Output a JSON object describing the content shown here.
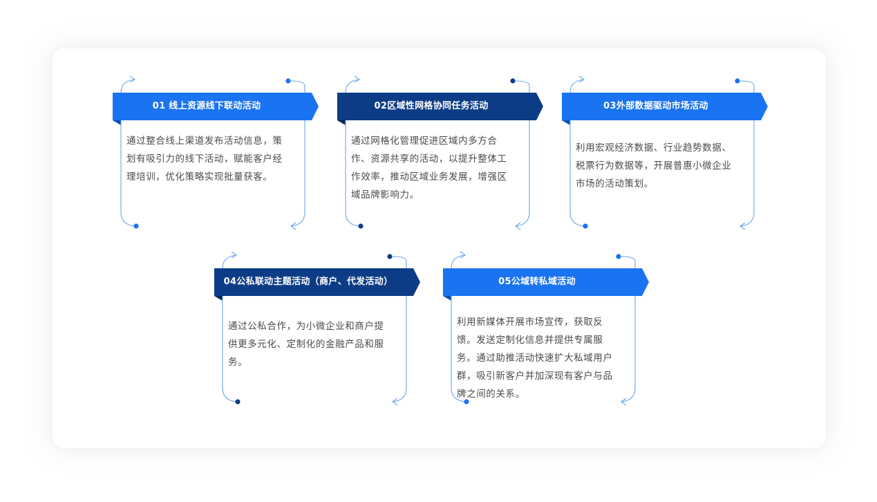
{
  "colors": {
    "bright_blue": "#1a73f0",
    "dark_navy": "#0d3c86",
    "line_blue": "#6aa4ec",
    "text": "#4a4a4a"
  },
  "cards": [
    {
      "title": "01 线上资源线下联动活动",
      "desc": "通过整合线上渠道发布活动信息，策划有吸引力的线下活动，赋能客户经理培训，优化策略实现批量获客。",
      "theme": "bright"
    },
    {
      "title": "02区域性网格协同任务活动",
      "desc": "通过网格化管理促进区域内多方合作、资源共享的活动，以提升整体工作效率，推动区域业务发展，增强区域品牌影响力。",
      "theme": "dark"
    },
    {
      "title": "03外部数据驱动市场活动",
      "desc": "利用宏观经济数据、行业趋势数据、税票行为数据等，开展普惠小微企业市场的活动策划。",
      "theme": "bright"
    },
    {
      "title": "04公私联动主题活动（商户、代发活动）",
      "desc": "通过公私合作，为小微企业和商户提供更多元化、定制化的金融产品和服务。",
      "theme": "dark"
    },
    {
      "title": "05公域转私域活动",
      "desc": "利用新媒体开展市场宣传，获取反馈。发送定制化信息并提供专属服务。通过助推活动快速扩大私域用户群，吸引新客户并加深现有客户与品牌之间的关系。",
      "theme": "bright"
    }
  ]
}
